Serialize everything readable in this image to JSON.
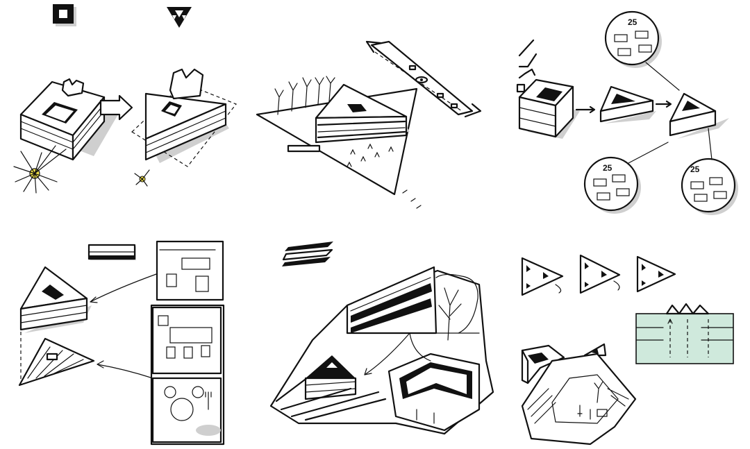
{
  "image": {
    "colors": {
      "ink": "#111111",
      "shadow": "#cfcfcf",
      "sun": "#f4e44a",
      "mint": "#cfe9dc",
      "paper": "#ffffff"
    },
    "panels": [
      {
        "id": "top-left",
        "icons": [
          "square-frame-icon",
          "triangle-frame-icon"
        ]
      },
      {
        "id": "top-center",
        "icons": [
          "eye-icon"
        ]
      },
      {
        "id": "top-right",
        "bubbles": [
          {
            "label": "25"
          },
          {
            "label": "25"
          },
          {
            "label": "25"
          }
        ]
      },
      {
        "id": "bottom-left"
      },
      {
        "id": "bottom-center"
      },
      {
        "id": "bottom-right"
      }
    ]
  }
}
